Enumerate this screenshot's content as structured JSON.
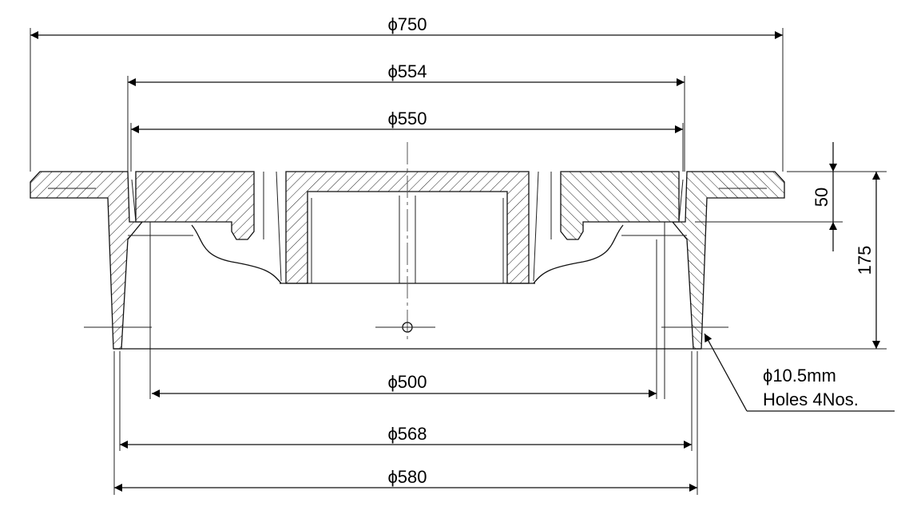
{
  "drawing": {
    "dimensions": {
      "d750": "ϕ750",
      "d554": "ϕ554",
      "d550": "ϕ550",
      "d500": "ϕ500",
      "d568": "ϕ568",
      "d580": "ϕ580",
      "h50": "50",
      "h175": "175"
    },
    "note": {
      "line1": "ϕ10.5mm",
      "line2": "Holes 4Nos."
    }
  }
}
